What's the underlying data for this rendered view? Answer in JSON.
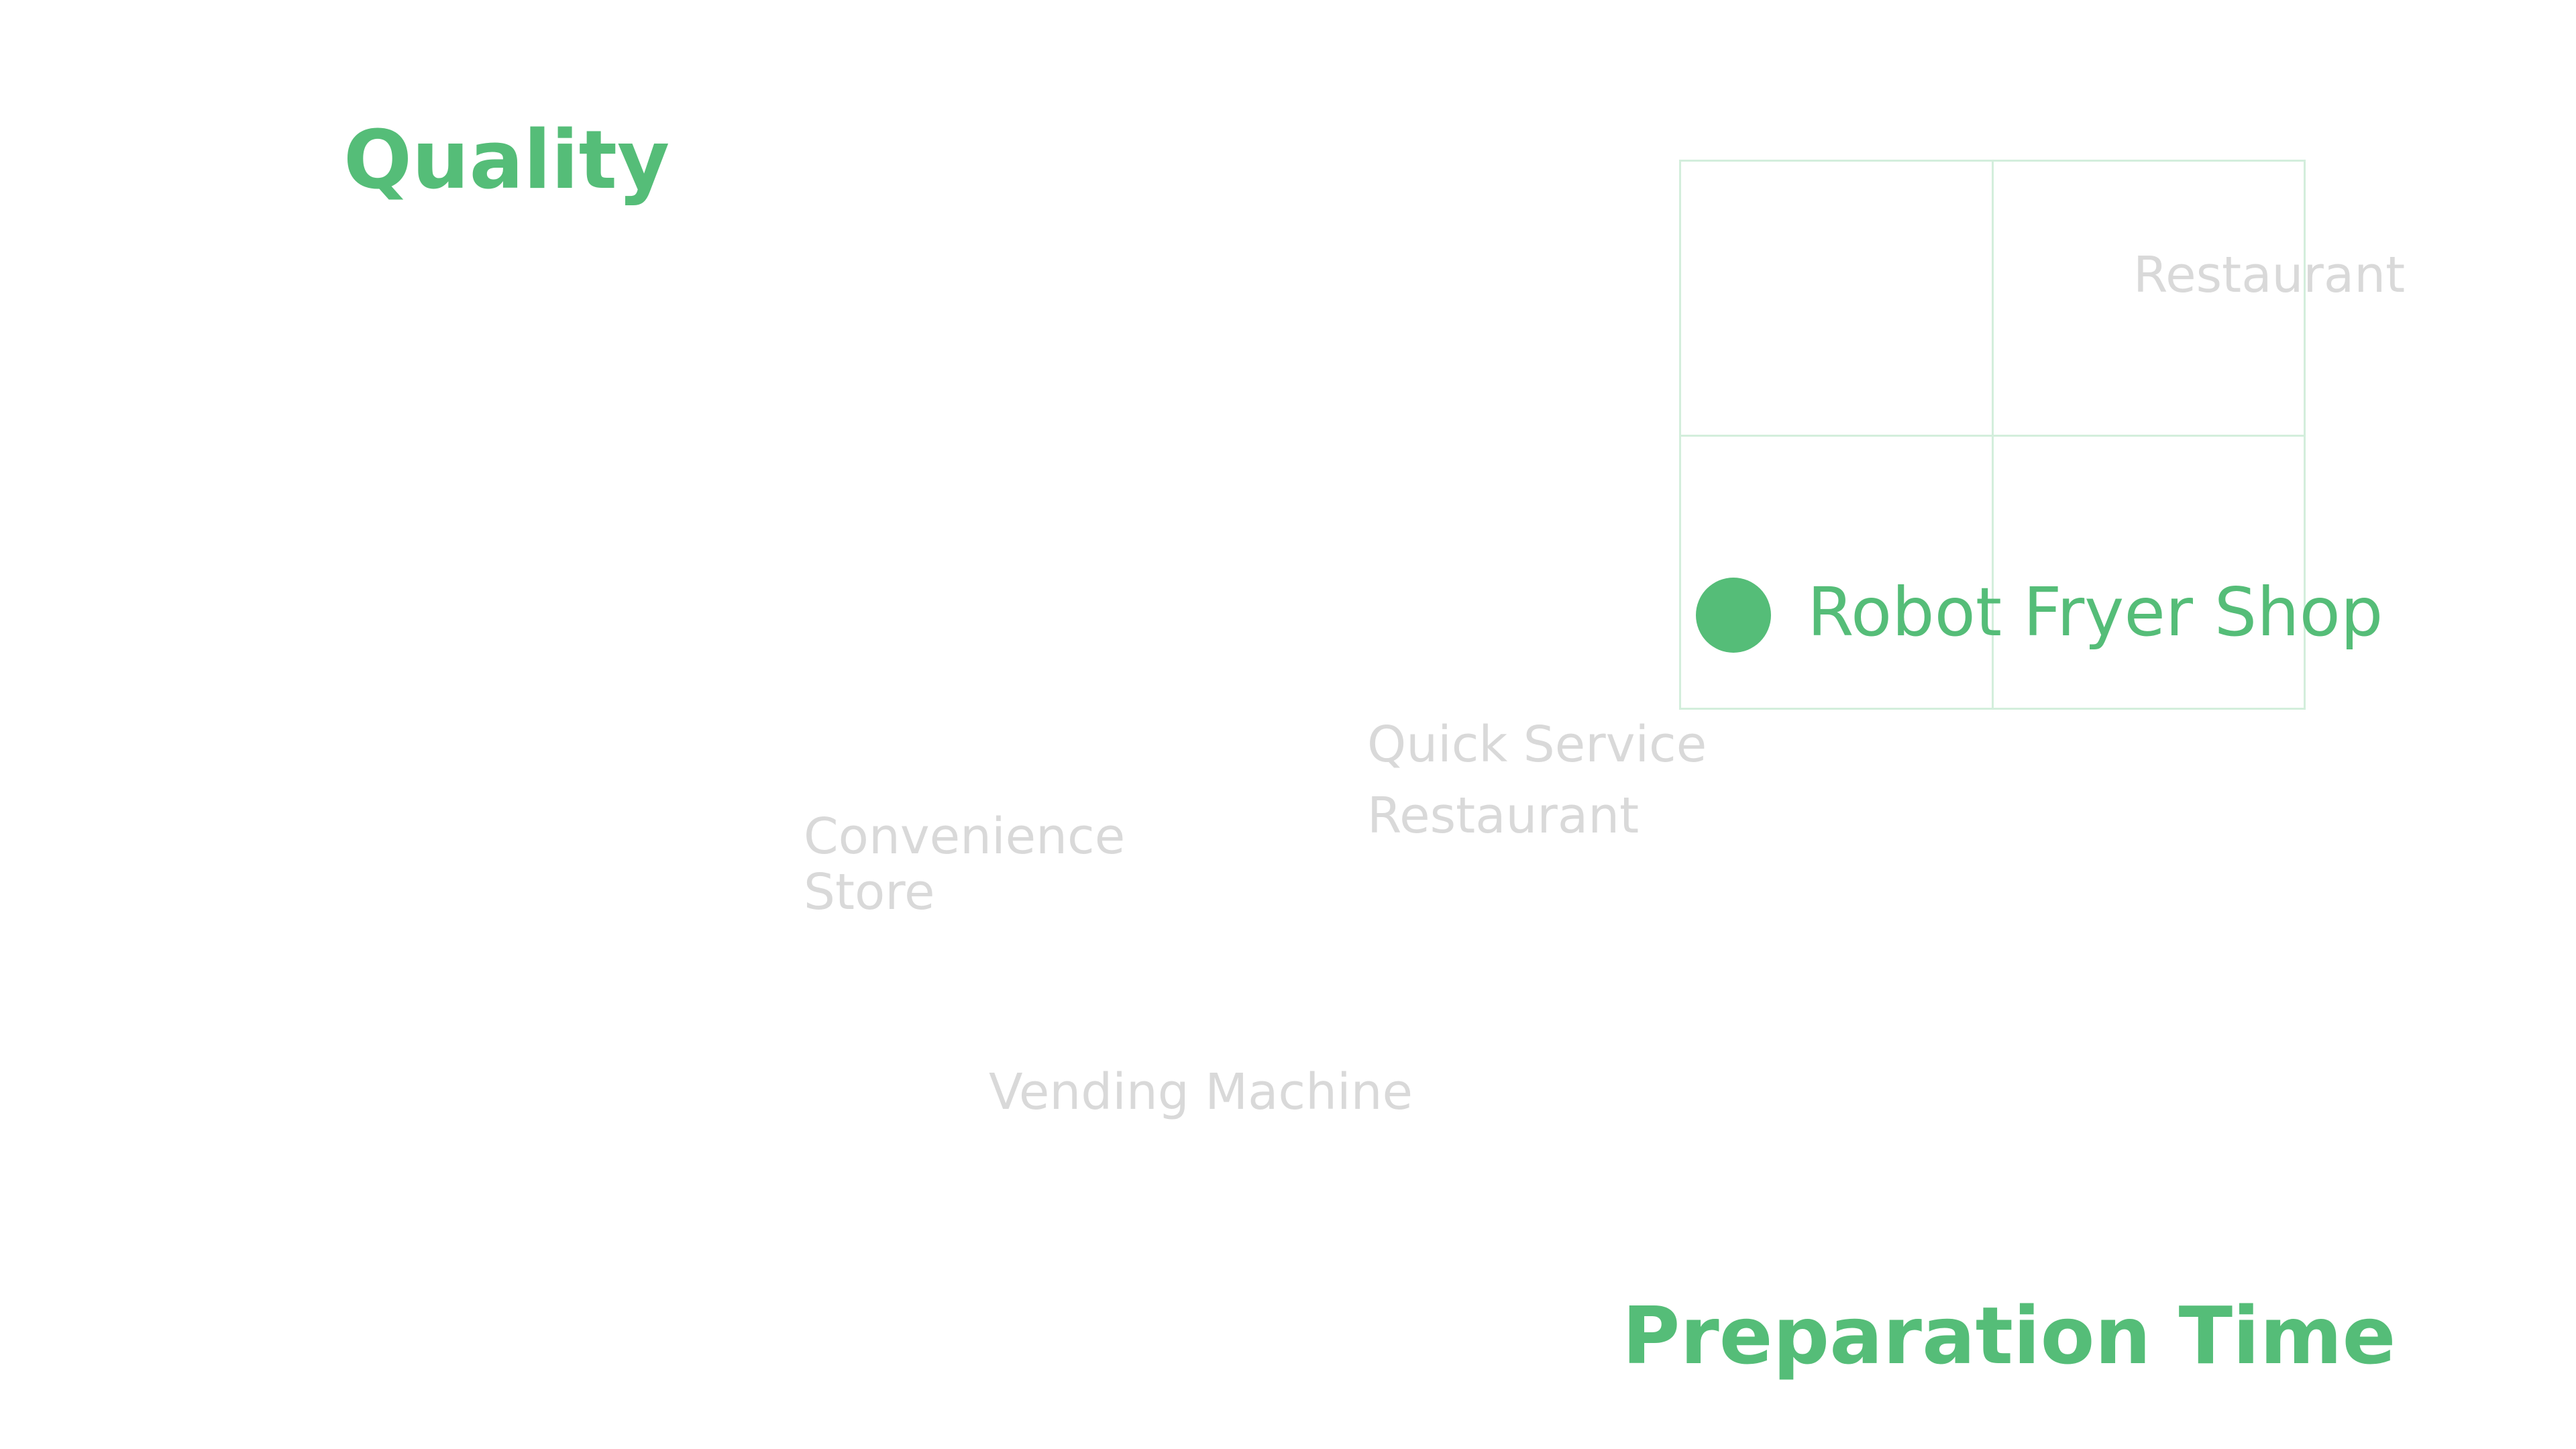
{
  "diagram": {
    "y_axis_title": "Quality",
    "x_axis_title": "Preparation Time",
    "accent_color": "#55bd78",
    "muted_label_color": "#d9d9d9",
    "grid_color": "#d3eedc",
    "competitors": [
      {
        "label": "Restaurant"
      },
      {
        "label": "Quick Service\nRestaurant"
      },
      {
        "label": "Convenience\nStore"
      },
      {
        "label": "Vending Machine"
      }
    ],
    "focus": {
      "label": "Robot Fryer Shop",
      "marker": "filled-circle"
    }
  }
}
